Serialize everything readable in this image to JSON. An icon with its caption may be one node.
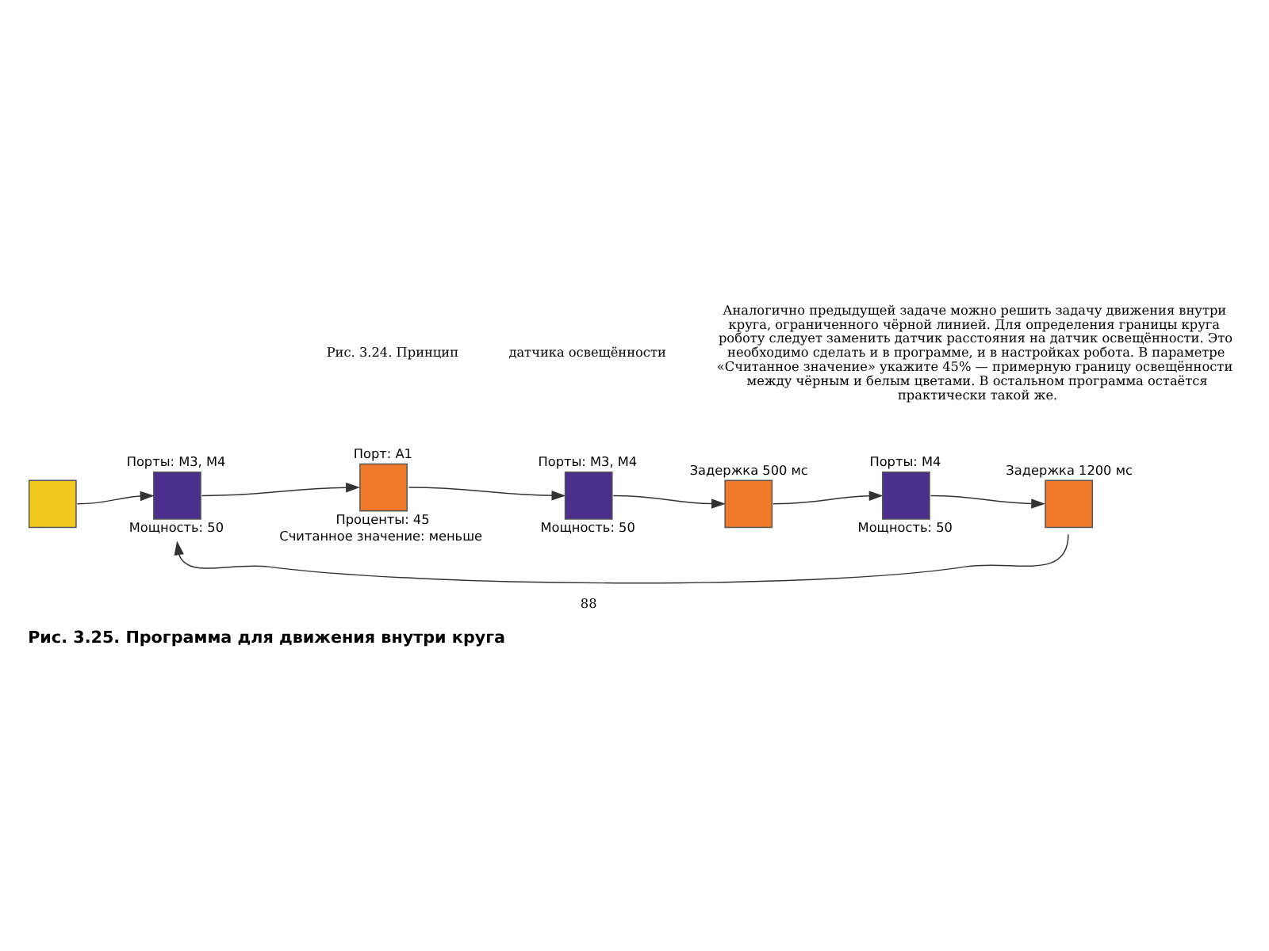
{
  "diagram": {
    "caption": "Рис. 3.25. Программа для движения внутри круга",
    "nodes": [
      {
        "text": [],
        "shape": "box"
      },
      {
        "text": [],
        "shape": "box",
        "beside": [
          "Порты: M3, M4",
          "Мощность: 50"
        ]
      },
      {
        "text": [],
        "shape": "box",
        "beside": [
          "Порт: A1",
          "Проценты: 45",
          "Считанное значение: меньше"
        ]
      },
      {
        "text": [],
        "shape": "box",
        "beside": [
          "Порты: M3, M4",
          "Мощность: 50"
        ]
      },
      {
        "text": [],
        "shape": "box",
        "beside": [
          "Задержка 500 мс"
        ]
      },
      {
        "text": [],
        "shape": "box",
        "beside": [
          "Порты: M4",
          "Мощность: 50"
        ]
      },
      {
        "text": [],
        "shape": "box",
        "beside": [
          "Задержка 1200 мс"
        ]
      }
    ],
    "edges": [
      {
        "from": 0,
        "to": 1,
        "arrow": "to"
      },
      {
        "from": 1,
        "to": 2,
        "arrow": "to"
      },
      {
        "from": 2,
        "to": 3,
        "arrow": "to"
      },
      {
        "from": 3,
        "to": 4,
        "arrow": "to"
      },
      {
        "from": 4,
        "to": 5,
        "arrow": "to"
      },
      {
        "from": 5,
        "to": 6,
        "arrow": "to"
      },
      {
        "from": 6,
        "to": 1,
        "arrow": "to"
      }
    ],
    "labels": [
      "Рис. 3.24. Принцип",
      "датчика освещённости",
      "Аналогично предыдущей задаче можно решить задачу движения внутри круга, ограниченного чёрной линией. Для определения границы круга роботу следует заменить датчик расстояния на датчик освещённости. Это необходимо сделать и в программе, и в настройках робота. В параметре «Считанное значение» укажите 45% — примерную границу освещённости между чёрным и белым цветами. В остальном программа остаётся практически такой же.",
      "88"
    ]
  }
}
